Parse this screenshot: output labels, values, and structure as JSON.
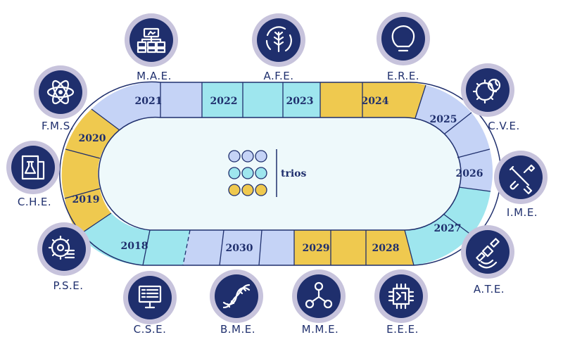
{
  "colors": {
    "navy": "#1f2f6d",
    "ring": "#c7c3dc",
    "blue": "#c5d3f6",
    "cyan": "#9ee6ee",
    "gold": "#efc94f",
    "inner": "#eef9fb",
    "stroke": "#1f2f6d"
  },
  "legend": {
    "label": "trios",
    "rows": [
      "blue",
      "cyan",
      "gold"
    ]
  },
  "departments": [
    {
      "label": "M.A.E.",
      "icon": "flowchart-board-icon"
    },
    {
      "label": "A.F.E.",
      "icon": "wheat-cycle-icon"
    },
    {
      "label": "E.R.E.",
      "icon": "lightbulb-icon"
    },
    {
      "label": "F.M.S.",
      "icon": "atom-icon"
    },
    {
      "label": "C.V.E.",
      "icon": "gear-globe-icon"
    },
    {
      "label": "C.H.E.",
      "icon": "flask-building-icon"
    },
    {
      "label": "I.M.E.",
      "icon": "wrench-screwdriver-icon"
    },
    {
      "label": "P.S.E.",
      "icon": "gear-list-icon"
    },
    {
      "label": "A.T.E.",
      "icon": "satellite-icon"
    },
    {
      "label": "C.S.E.",
      "icon": "computer-monitor-icon"
    },
    {
      "label": "B.M.E.",
      "icon": "dna-icon"
    },
    {
      "label": "M.M.E.",
      "icon": "molecule-icon"
    },
    {
      "label": "E.E.E.",
      "icon": "microchip-icon"
    }
  ],
  "years": [
    "2021",
    "2022",
    "2023",
    "2024",
    "2025",
    "2026",
    "2027",
    "2028",
    "2029",
    "2030",
    "2018",
    "2019",
    "2020"
  ]
}
